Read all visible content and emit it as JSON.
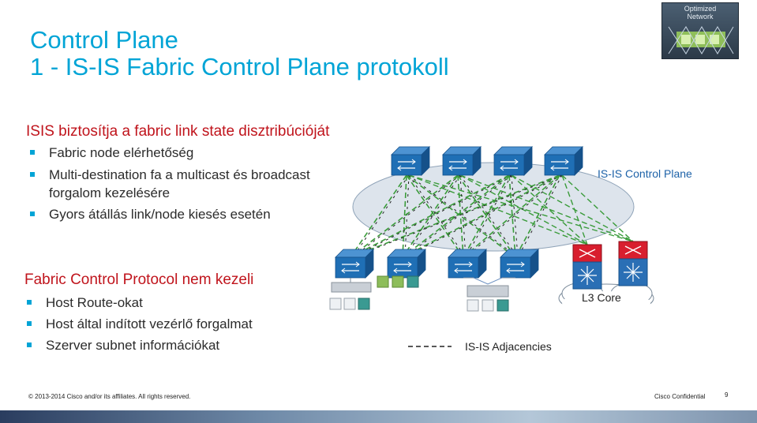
{
  "slide": {
    "title_line1": "Control Plane",
    "title_line2": "1 - IS-IS Fabric Control Plane protokoll"
  },
  "badge": {
    "text": "Optimized\nNetwork"
  },
  "section1": {
    "heading": "ISIS biztosítja a fabric link state disztribúcióját",
    "items": [
      "Fabric node elérhetőség",
      "Multi-destination fa a multicast és broadcast forgalom kezelésére",
      "Gyors átállás link/node kiesés esetén"
    ]
  },
  "section2": {
    "heading": "Fabric Control Protocol nem kezeli",
    "items": [
      "Host Route-okat",
      "Host által indított vezérlő forgalmat",
      "Szerver subnet információkat"
    ]
  },
  "diagram": {
    "isis_label": "IS-IS Control Plane",
    "core_label": "L3 Core",
    "legend_label": "IS-IS Adjacencies",
    "colors": {
      "switch": "#1f6fb5",
      "switch_side": "#15518a",
      "ellipse": "#dde4ec",
      "link_green": "#3a9b3a",
      "link_black": "#222222",
      "router": "#d81e2e",
      "server": "#3a9a92"
    }
  },
  "footer": {
    "copyright": "© 2013-2014  Cisco and/or its affiliates. All rights reserved.",
    "confidential": "Cisco Confidential",
    "page_number": "9"
  }
}
